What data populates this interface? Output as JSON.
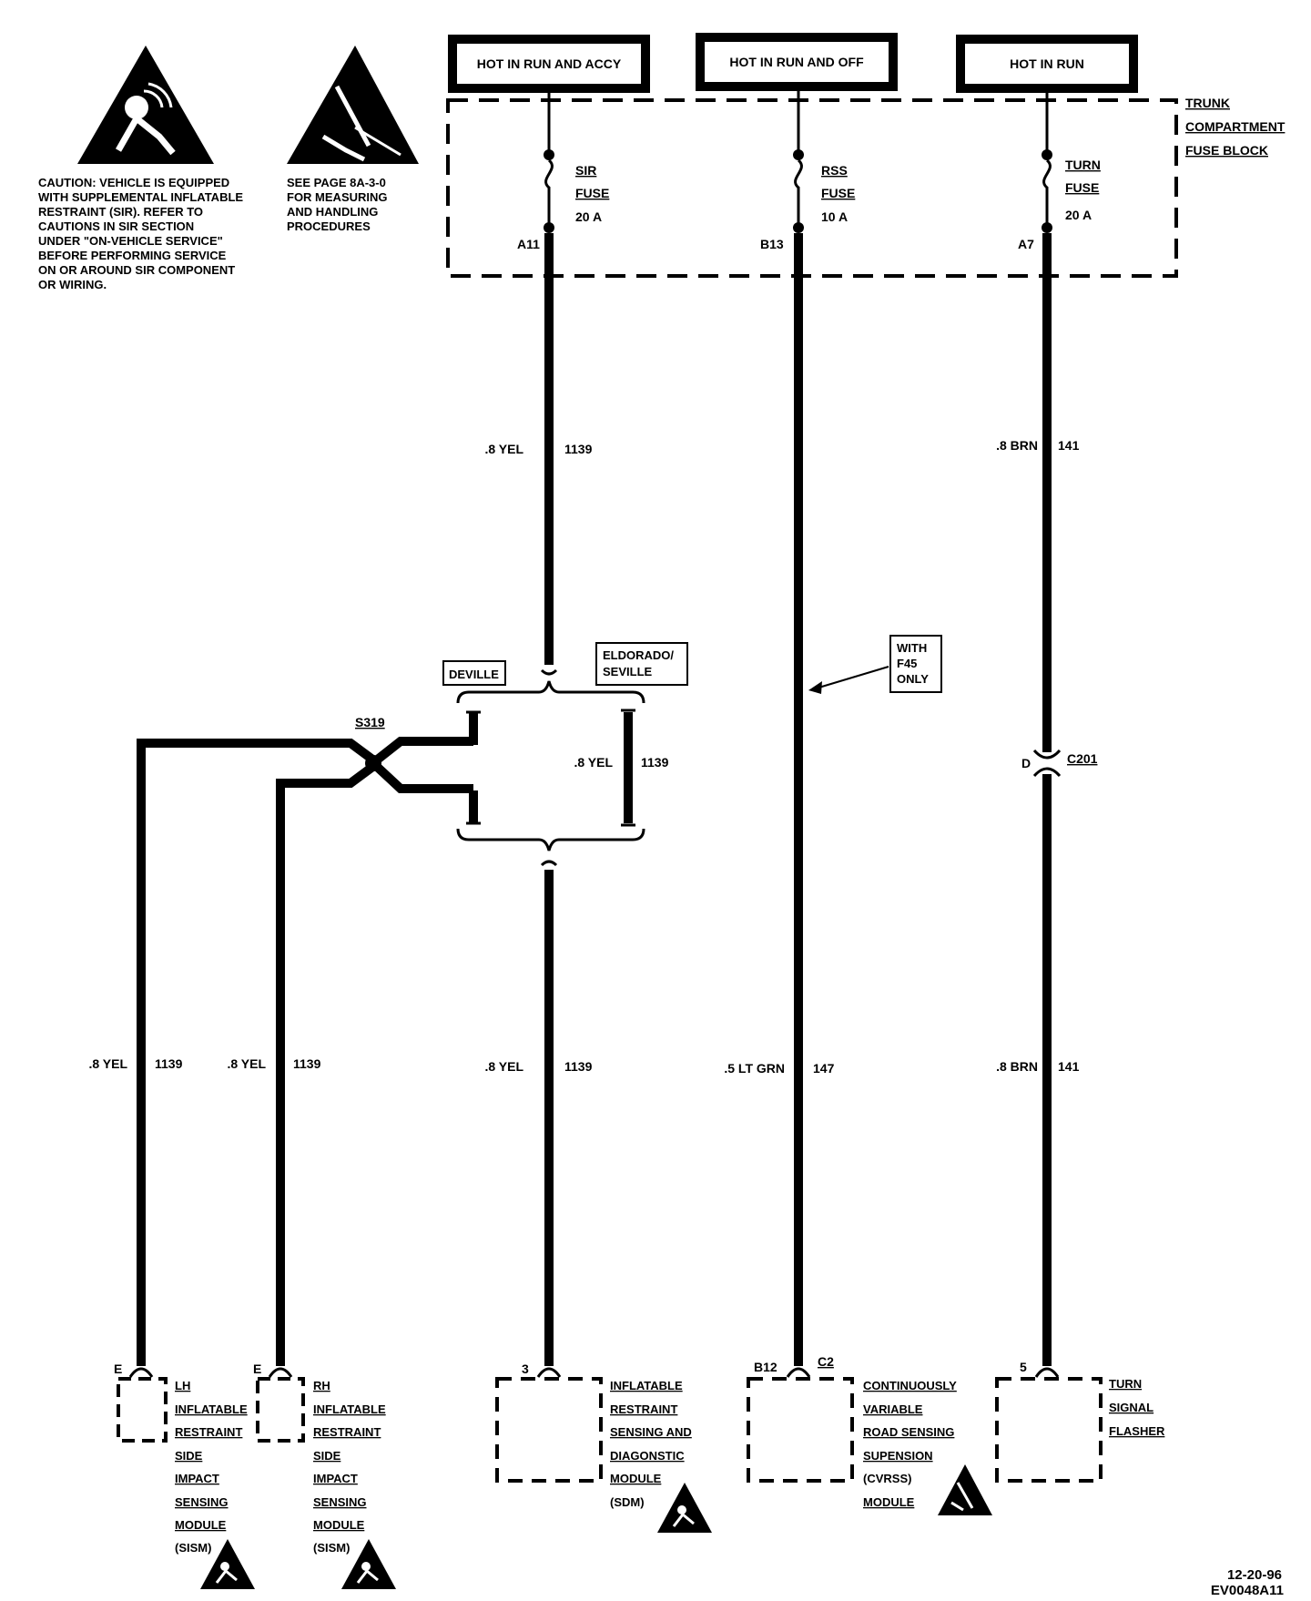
{
  "header": {
    "power_labels": [
      "HOT IN RUN AND ACCY",
      "HOT IN RUN AND OFF",
      "HOT IN RUN"
    ],
    "fuse_block_label": [
      "TRUNK",
      "COMPARTMENT",
      "FUSE BLOCK"
    ]
  },
  "caution": {
    "lines": [
      "CAUTION: VEHICLE IS EQUIPPED",
      "WITH SUPPLEMENTAL INFLATABLE",
      "RESTRAINT (SIR). REFER TO",
      "CAUTIONS IN SIR SECTION",
      "UNDER \"ON-VEHICLE SERVICE\"",
      "BEFORE PERFORMING SERVICE",
      "ON OR AROUND SIR COMPONENT",
      "OR WIRING."
    ],
    "icon": "sir-airbag-warning-icon"
  },
  "esd_note": {
    "lines": [
      "SEE PAGE 8A-3-0",
      "FOR MEASURING",
      "AND HANDLING",
      "PROCEDURES"
    ],
    "icon": "esd-warning-icon"
  },
  "fuses": [
    {
      "name": [
        "SIR",
        "FUSE"
      ],
      "rating": "20 A",
      "terminal": "A11"
    },
    {
      "name": [
        "RSS",
        "FUSE"
      ],
      "rating": "10 A",
      "terminal": "B13"
    },
    {
      "name": [
        "TURN",
        "FUSE"
      ],
      "rating": "20 A",
      "terminal": "A7"
    }
  ],
  "wires": {
    "upper_sir": {
      "size_color": ".8 YEL",
      "circuit": "1139"
    },
    "upper_turn": {
      "size_color": ".8 BRN",
      "circuit": "141"
    },
    "option_box": {
      "size_color": ".8 YEL",
      "circuit": "1139"
    },
    "lh_sism": {
      "size_color": ".8 YEL",
      "circuit": "1139"
    },
    "rh_sism": {
      "size_color": ".8 YEL",
      "circuit": "1139"
    },
    "sdm": {
      "size_color": ".8 YEL",
      "circuit": "1139"
    },
    "cvrss": {
      "size_color": ".5 LT GRN",
      "circuit": "147"
    },
    "lower_turn": {
      "size_color": ".8 BRN",
      "circuit": "141"
    }
  },
  "options": {
    "deville": "DEVILLE",
    "eldorado_seville": [
      "ELDORADO/",
      "SEVILLE"
    ],
    "splice": "S319",
    "with_f45": [
      "WITH",
      "F45",
      "ONLY"
    ]
  },
  "connector_c201": {
    "pin": "D",
    "name": "C201"
  },
  "components": [
    {
      "pin": "E",
      "label": [
        "LH",
        "INFLATABLE",
        "RESTRAINT",
        "SIDE",
        "IMPACT",
        "SENSING",
        "MODULE",
        "(SISM)"
      ]
    },
    {
      "pin": "E",
      "label": [
        "RH",
        "INFLATABLE",
        "RESTRAINT",
        "SIDE",
        "IMPACT",
        "SENSING",
        "MODULE",
        "(SISM)"
      ]
    },
    {
      "pin": "3",
      "label": [
        "INFLATABLE",
        "RESTRAINT",
        "SENSING AND",
        "DIAGONSTIC",
        "MODULE",
        "(SDM)"
      ]
    },
    {
      "pin": "B12",
      "connector": "C2",
      "label": [
        "CONTINUOUSLY",
        "VARIABLE",
        "ROAD SENSING",
        "SUPENSION",
        "(CVRSS)",
        "MODULE"
      ]
    },
    {
      "pin": "5",
      "label": [
        "TURN",
        "SIGNAL",
        "FLASHER"
      ]
    }
  ],
  "footer": {
    "date": "12-20-96",
    "code": "EV0048A11"
  },
  "colors": {
    "ink": "#000000",
    "paper": "#ffffff"
  }
}
